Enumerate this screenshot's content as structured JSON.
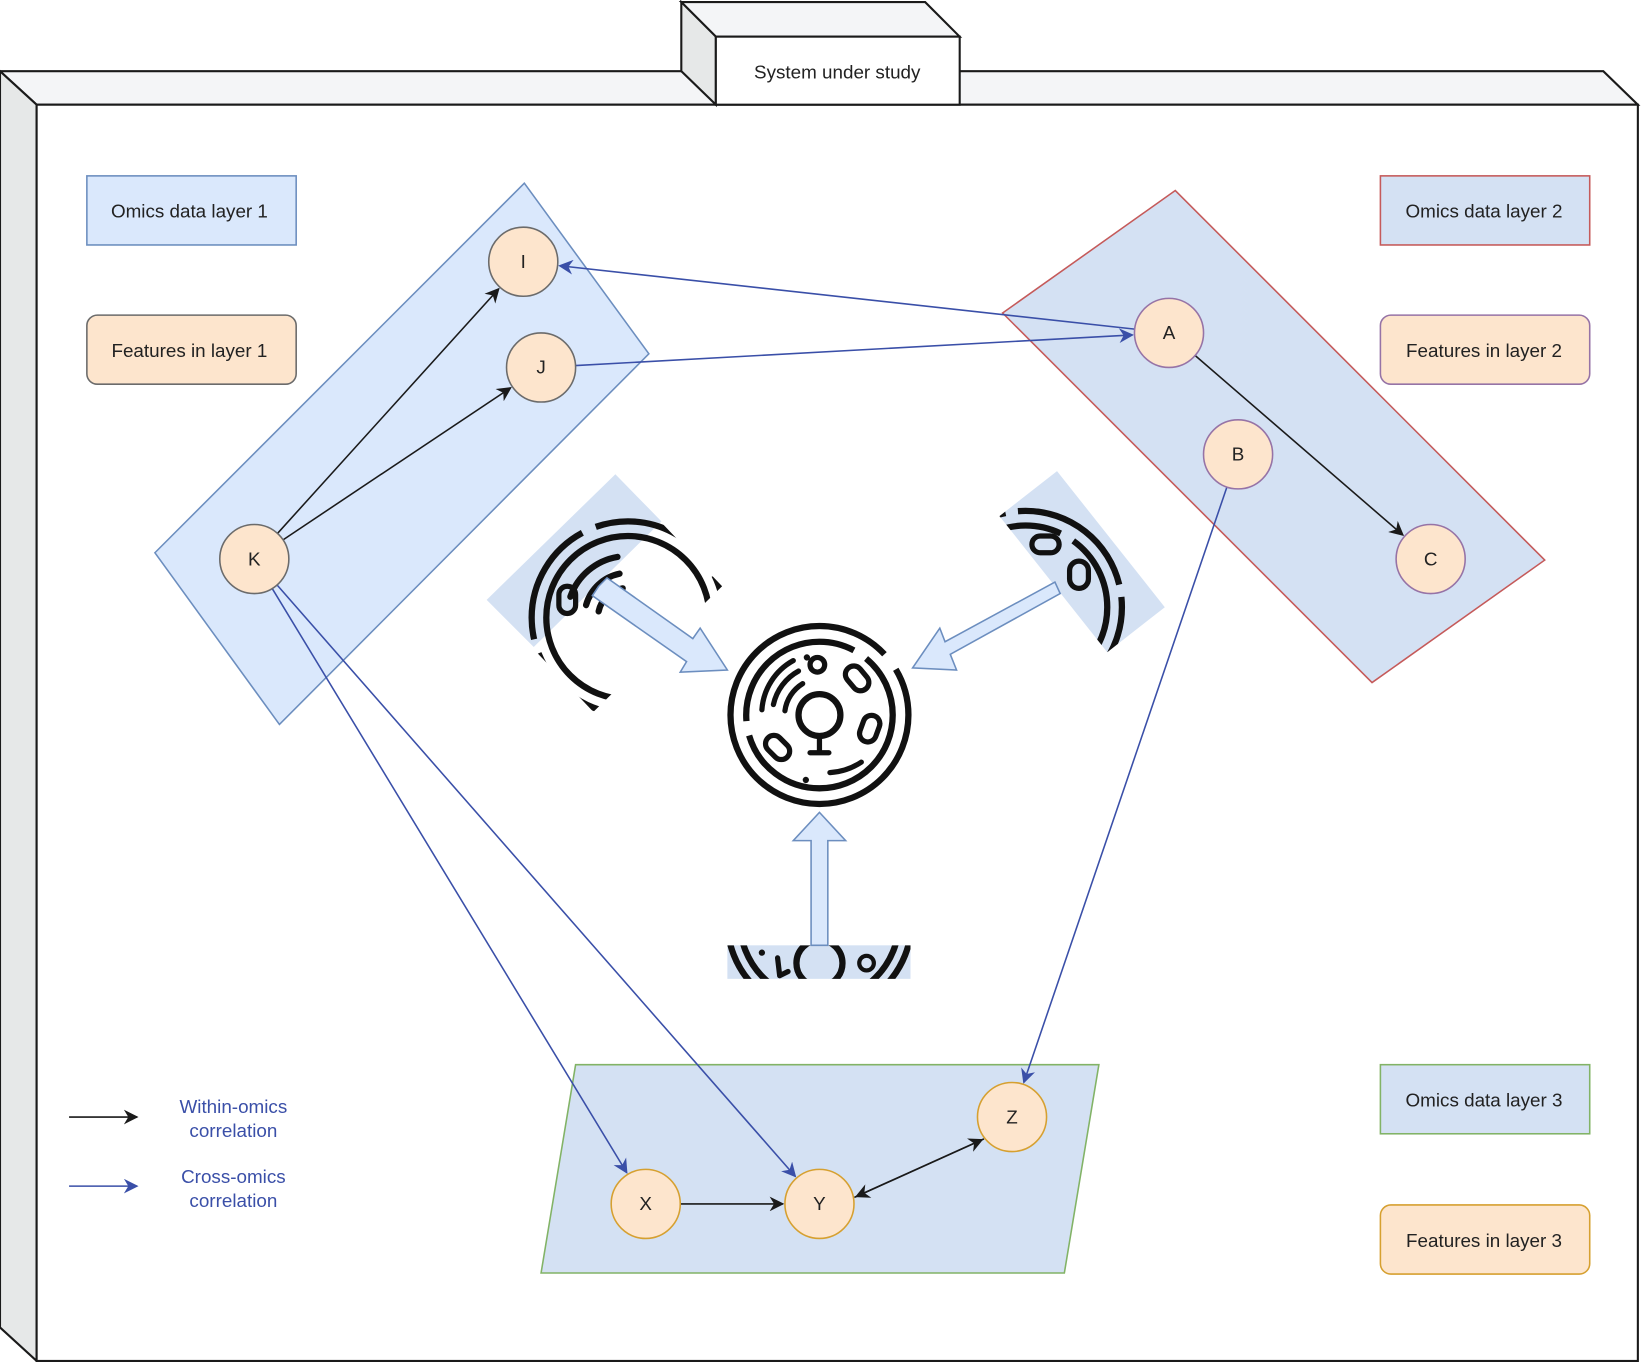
{
  "diagram": {
    "system_label": "System under study",
    "colors": {
      "layer_fill": "#d4e1f3",
      "layer1_stroke": "#6c8ebf",
      "layer2_stroke": "#c55a5a",
      "layer3_stroke": "#82b366",
      "feature_fill": "#fde5cd",
      "feature1_stroke": "#6b6b6b",
      "feature2_stroke": "#9673a6",
      "feature3_stroke": "#d6a030",
      "within_edge": "#1a1a1a",
      "cross_edge": "#3a4fa8",
      "frame_side": "#e6e8e8",
      "frame_top": "#f4f5f7"
    },
    "legend_boxes": [
      {
        "id": "omics-layer-1",
        "label": "Omics data layer 1"
      },
      {
        "id": "features-layer-1",
        "label": "Features in layer 1"
      },
      {
        "id": "omics-layer-2",
        "label": "Omics data layer 2"
      },
      {
        "id": "features-layer-2",
        "label": "Features in layer 2"
      },
      {
        "id": "omics-layer-3",
        "label": "Omics data layer 3"
      },
      {
        "id": "features-layer-3",
        "label": "Features in layer 3"
      }
    ],
    "nodes": [
      {
        "id": "I",
        "label": "I",
        "layer": 1
      },
      {
        "id": "J",
        "label": "J",
        "layer": 1
      },
      {
        "id": "K",
        "label": "K",
        "layer": 1
      },
      {
        "id": "A",
        "label": "A",
        "layer": 2
      },
      {
        "id": "B",
        "label": "B",
        "layer": 2
      },
      {
        "id": "C",
        "label": "C",
        "layer": 2
      },
      {
        "id": "X",
        "label": "X",
        "layer": 3
      },
      {
        "id": "Y",
        "label": "Y",
        "layer": 3
      },
      {
        "id": "Z",
        "label": "Z",
        "layer": 3
      }
    ],
    "edges": [
      {
        "from": "K",
        "to": "I",
        "type": "within"
      },
      {
        "from": "K",
        "to": "J",
        "type": "within"
      },
      {
        "from": "A",
        "to": "C",
        "type": "within"
      },
      {
        "from": "X",
        "to": "Y",
        "type": "within"
      },
      {
        "from": "Y",
        "to": "Z",
        "type": "within"
      },
      {
        "from": "Z",
        "to": "Y",
        "type": "within"
      },
      {
        "from": "A",
        "to": "I",
        "type": "cross"
      },
      {
        "from": "J",
        "to": "A",
        "type": "cross"
      },
      {
        "from": "K",
        "to": "X",
        "type": "cross"
      },
      {
        "from": "K",
        "to": "Y",
        "type": "cross"
      },
      {
        "from": "B",
        "to": "Z",
        "type": "cross"
      }
    ],
    "edge_legend": [
      {
        "type": "within",
        "label_line1": "Within-omics",
        "label_line2": "correlation"
      },
      {
        "type": "cross",
        "label_line1": "Cross-omics",
        "label_line2": "correlation"
      }
    ],
    "center_icon": "cell-icon"
  }
}
